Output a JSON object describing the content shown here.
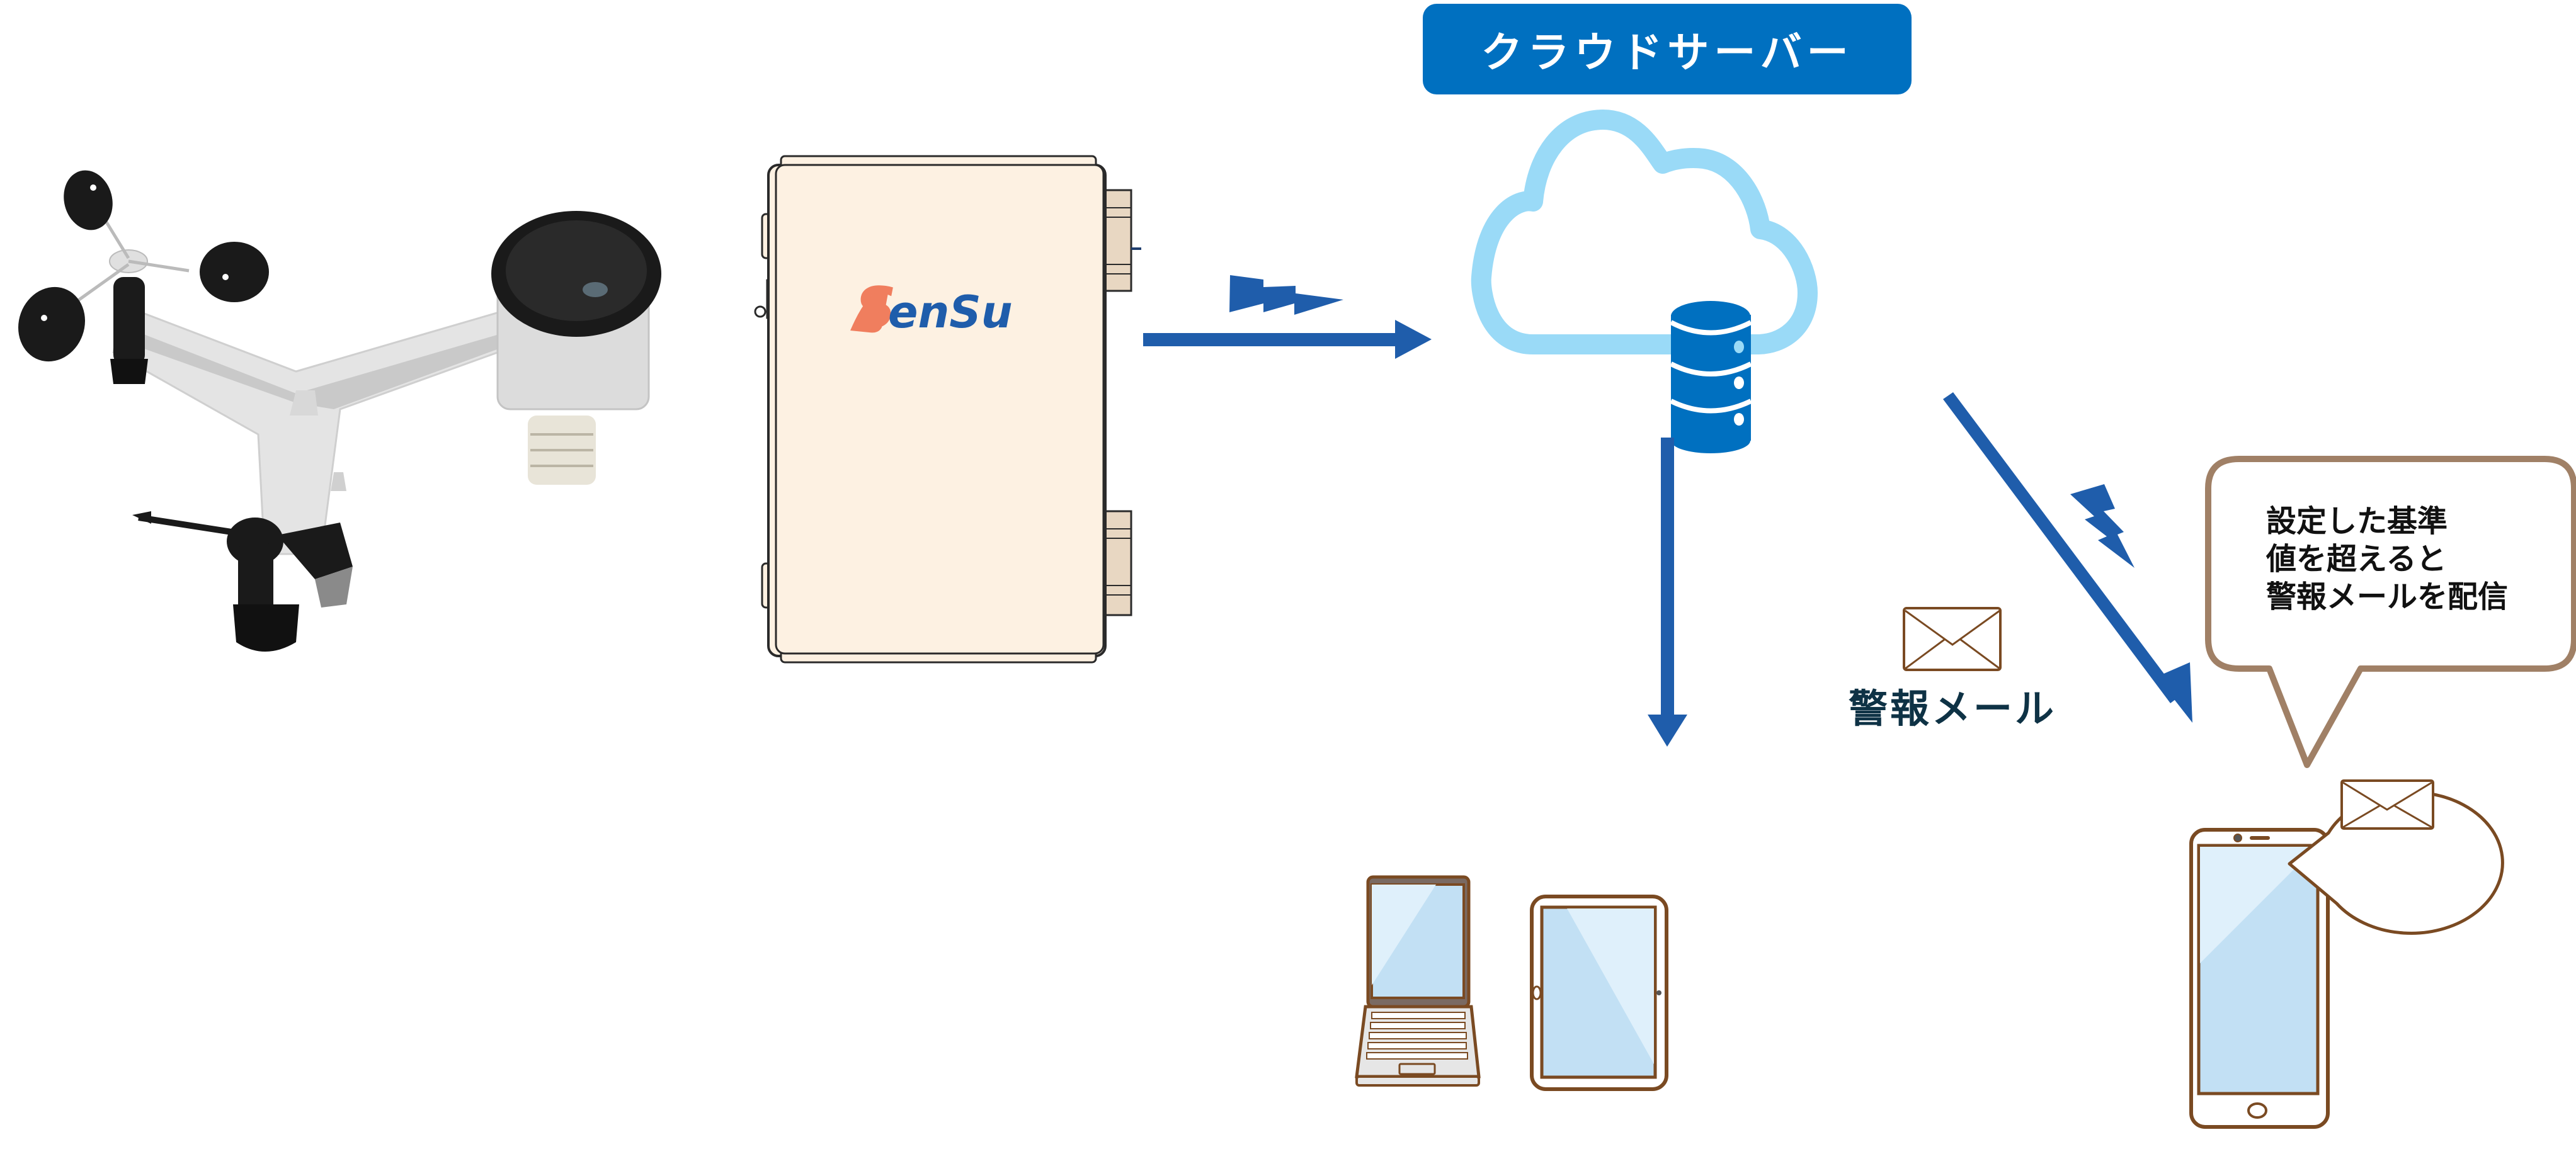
{
  "diagram": {
    "title": "Weather sensor to cloud alert flow",
    "colors": {
      "arrow": "#1f5dab",
      "cloud_outline": "#9adaf7",
      "database": "#0070c0",
      "title_bg": "#0070c0",
      "device_outline": "#7a4a22",
      "screen": "#c2e0f4",
      "screen_highlight": "#dff0fb",
      "bubble_outline": "#a08066",
      "box_fill": "#fdf1e2",
      "logo_orange": "#f07e5e",
      "logo_blue": "#1f5dab"
    },
    "nodes": {
      "weather_station": {
        "label": "weather-station-sensor"
      },
      "data_logger": {
        "logo_s": "S",
        "logo_rest": "enSu"
      },
      "cloud_server": {
        "title": "クラウドサーバー"
      },
      "database": {
        "label": "database"
      },
      "laptop": {
        "label": "laptop"
      },
      "tablet": {
        "label": "tablet"
      },
      "smartphone": {
        "label": "smartphone"
      }
    },
    "alert_mail": {
      "label": "警報メール"
    },
    "callout": {
      "lines": [
        "設定した基準",
        "値を超えると",
        "警報メールを配信"
      ]
    }
  }
}
